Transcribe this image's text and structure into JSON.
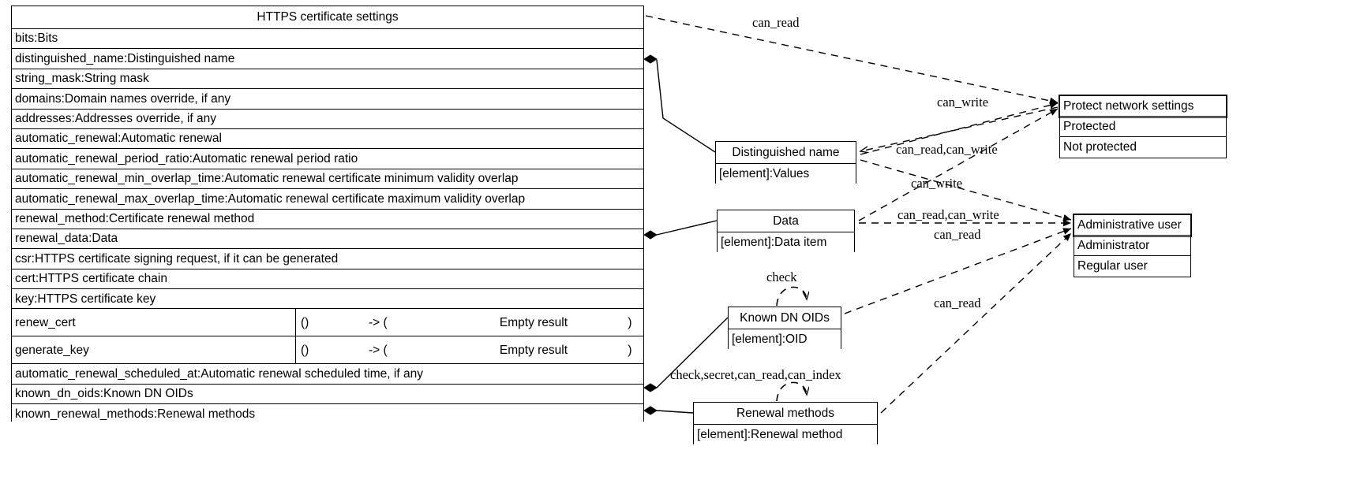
{
  "diagram": {
    "title": "HTTPS certificate settings UML class diagram",
    "colors": {
      "line": "#000000",
      "fill": "#ffffff",
      "text": "#000000"
    }
  },
  "main_class": {
    "title": "HTTPS certificate settings",
    "attributes": [
      "bits:Bits",
      "distinguished_name:Distinguished name",
      "string_mask:String mask",
      "domains:Domain names override, if any",
      "addresses:Addresses override, if any",
      "automatic_renewal:Automatic renewal",
      "automatic_renewal_period_ratio:Automatic renewal period ratio",
      "automatic_renewal_min_overlap_time:Automatic renewal certificate minimum validity overlap",
      "automatic_renewal_max_overlap_time:Automatic renewal certificate maximum validity overlap",
      "renewal_method:Certificate renewal method",
      "renewal_data:Data",
      "csr:HTTPS certificate signing request, if it can be generated",
      "cert:HTTPS certificate chain",
      "key:HTTPS certificate key"
    ],
    "methods": [
      {
        "name": "renew_cert",
        "args": "()",
        "arrow": "-> (",
        "returns": "Empty result",
        "close": ")"
      },
      {
        "name": "generate_key",
        "args": "()",
        "arrow": "-> (",
        "returns": "Empty result",
        "close": ")"
      }
    ],
    "trailing_attributes": [
      "automatic_renewal_scheduled_at:Automatic renewal scheduled time, if any",
      "known_dn_oids:Known DN OIDs",
      "known_renewal_methods:Renewal methods"
    ]
  },
  "classes": [
    {
      "id": "distinguished-name",
      "title": "Distinguished name",
      "rows": [
        "[element]:Values"
      ]
    },
    {
      "id": "data",
      "title": "Data",
      "rows": [
        "[element]:Data item"
      ]
    },
    {
      "id": "known-dn-oids",
      "title": "Known DN OIDs",
      "rows": [
        "[element]:OID"
      ]
    },
    {
      "id": "renewal-methods",
      "title": "Renewal methods",
      "rows": [
        "[element]:Renewal method"
      ]
    },
    {
      "id": "protect-network-settings",
      "title": "Protect network settings",
      "rows": [
        "Protected",
        "Not protected"
      ]
    },
    {
      "id": "administrative-user",
      "title": "Administrative user",
      "rows": [
        "Administrator",
        "Regular user"
      ]
    }
  ],
  "edge_labels": [
    {
      "id": "l1",
      "text": "can_read"
    },
    {
      "id": "l2",
      "text": "can_write"
    },
    {
      "id": "l3",
      "text": "can_read,can_write"
    },
    {
      "id": "l4",
      "text": "can_write"
    },
    {
      "id": "l5",
      "text": "can_read,can_write"
    },
    {
      "id": "l6",
      "text": "can_read"
    },
    {
      "id": "l7",
      "text": "check"
    },
    {
      "id": "l8",
      "text": "can_read"
    },
    {
      "id": "l9",
      "text": "check,secret,can_read,can_index"
    }
  ]
}
